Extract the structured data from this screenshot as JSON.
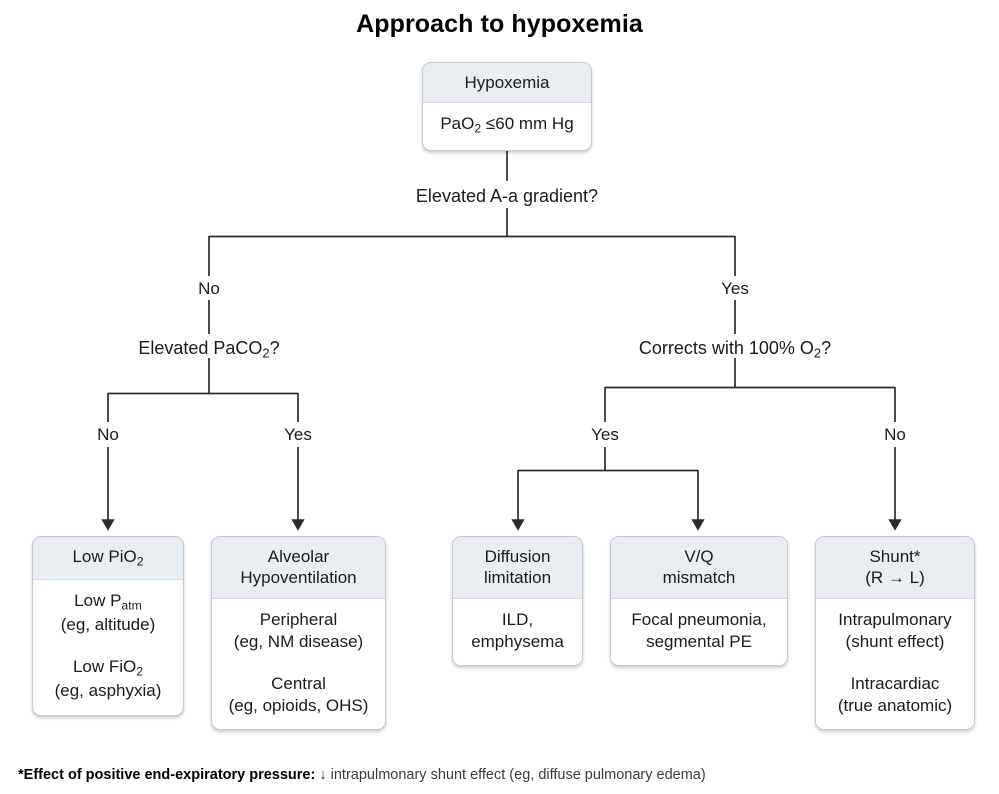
{
  "title": "Approach to hypoxemia",
  "root": {
    "head": "Hypoxemia",
    "body_line": "PaO₂ ≤60 mm Hg",
    "body_html": "PaO<sub>2</sub> ≤60 mm Hg"
  },
  "decisions": {
    "aa_gradient": "Elevated A-a gradient?",
    "paco2": "Elevated PaCO₂?",
    "paco2_html": "Elevated PaCO<sub>2</sub>?",
    "corrects_o2": "Corrects with 100% O₂?",
    "corrects_o2_html": "Corrects with 100% O<sub>2</sub>?"
  },
  "edge_labels": {
    "aa_no": "No",
    "aa_yes": "Yes",
    "paco2_no": "No",
    "paco2_yes": "Yes",
    "o2_yes": "Yes",
    "o2_no": "No"
  },
  "outcomes": [
    {
      "id": "low-pio2",
      "head": "Low PiO₂",
      "head_html": "Low PiO<sub>2</sub>",
      "groups": [
        {
          "lines": [
            "Low Pₐₜₘ",
            "(eg, altitude)"
          ],
          "lines_html": [
            "Low P<sub>atm</sub>",
            "(eg, altitude)"
          ]
        },
        {
          "lines": [
            "Low FiO₂",
            "(eg, asphyxia)"
          ],
          "lines_html": [
            "Low FiO<sub>2</sub>",
            "(eg, asphyxia)"
          ]
        }
      ]
    },
    {
      "id": "alveolar-hypoventilation",
      "head": "Alveolar\nHypoventilation",
      "head_html": "Alveolar<br>Hypoventilation",
      "groups": [
        {
          "lines": [
            "Peripheral",
            "(eg, NM disease)"
          ],
          "lines_html": [
            "Peripheral",
            "(eg, NM disease)"
          ]
        },
        {
          "lines": [
            "Central",
            "(eg, opioids, OHS)"
          ],
          "lines_html": [
            "Central",
            "(eg, opioids, OHS)"
          ]
        }
      ]
    },
    {
      "id": "diffusion-limitation",
      "head": "Diffusion\nlimitation",
      "head_html": "Diffusion<br>limitation",
      "groups": [
        {
          "lines": [
            "ILD,",
            "emphysema"
          ],
          "lines_html": [
            "ILD,",
            "emphysema"
          ]
        }
      ]
    },
    {
      "id": "vq-mismatch",
      "head": "V/Q\nmismatch",
      "head_html": "V/Q<br>mismatch",
      "groups": [
        {
          "lines": [
            "Focal pneumonia,",
            "segmental PE"
          ],
          "lines_html": [
            "Focal pneumonia,",
            "segmental PE"
          ]
        }
      ]
    },
    {
      "id": "shunt",
      "head": "Shunt*\n(R → L)",
      "head_html": "Shunt*<br>(R → L)",
      "groups": [
        {
          "lines": [
            "Intrapulmonary",
            "(shunt effect)"
          ],
          "lines_html": [
            "Intrapulmonary",
            "(shunt effect)"
          ]
        },
        {
          "lines": [
            "Intracardiac",
            "(true anatomic)"
          ],
          "lines_html": [
            "Intracardiac",
            "(true anatomic)"
          ]
        }
      ]
    }
  ],
  "footnote": {
    "bold": "*Effect of positive end-expiratory pressure:",
    "rest": " ↓ intrapulmonary shunt effect (eg, diffuse pulmonary edema)"
  },
  "colors": {
    "header_fill": "#e9eef2",
    "box_border": "#c4cacf",
    "connector": "#2b2b2b",
    "text": "#1b1b1b",
    "background": "#ffffff"
  }
}
